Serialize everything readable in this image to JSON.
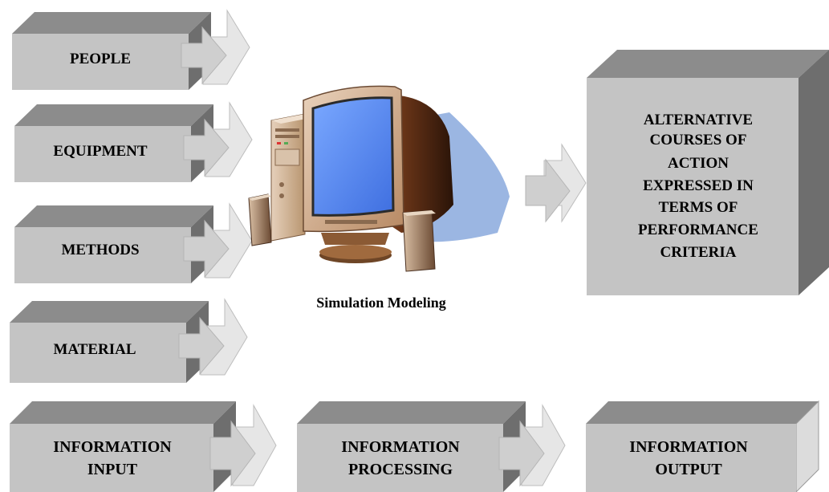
{
  "inputs": [
    {
      "label": "PEOPLE"
    },
    {
      "label": "EQUIPMENT"
    },
    {
      "label": "METHODS"
    },
    {
      "label": "MATERIAL"
    }
  ],
  "computer": {
    "caption": "Simulation Modeling"
  },
  "output": {
    "lines": [
      "ALTERNATIVE",
      "COURSES OF",
      "ACTION",
      "EXPRESSED IN",
      "TERMS OF",
      "PERFORMANCE",
      "CRITERIA"
    ]
  },
  "stages": [
    {
      "lines": [
        "INFORMATION",
        "INPUT"
      ]
    },
    {
      "lines": [
        "INFORMATION",
        "PROCESSING"
      ]
    },
    {
      "lines": [
        "INFORMATION",
        "OUTPUT"
      ]
    }
  ],
  "colors": {
    "box_front": "#c4c4c4",
    "box_top": "#8c8c8c",
    "box_side": "#6e6e6e",
    "arrow_front": "#cdcdcd",
    "arrow_back": "#e4e4e4",
    "screen": "#4f86f7",
    "shadow": "#9bb6e2"
  }
}
